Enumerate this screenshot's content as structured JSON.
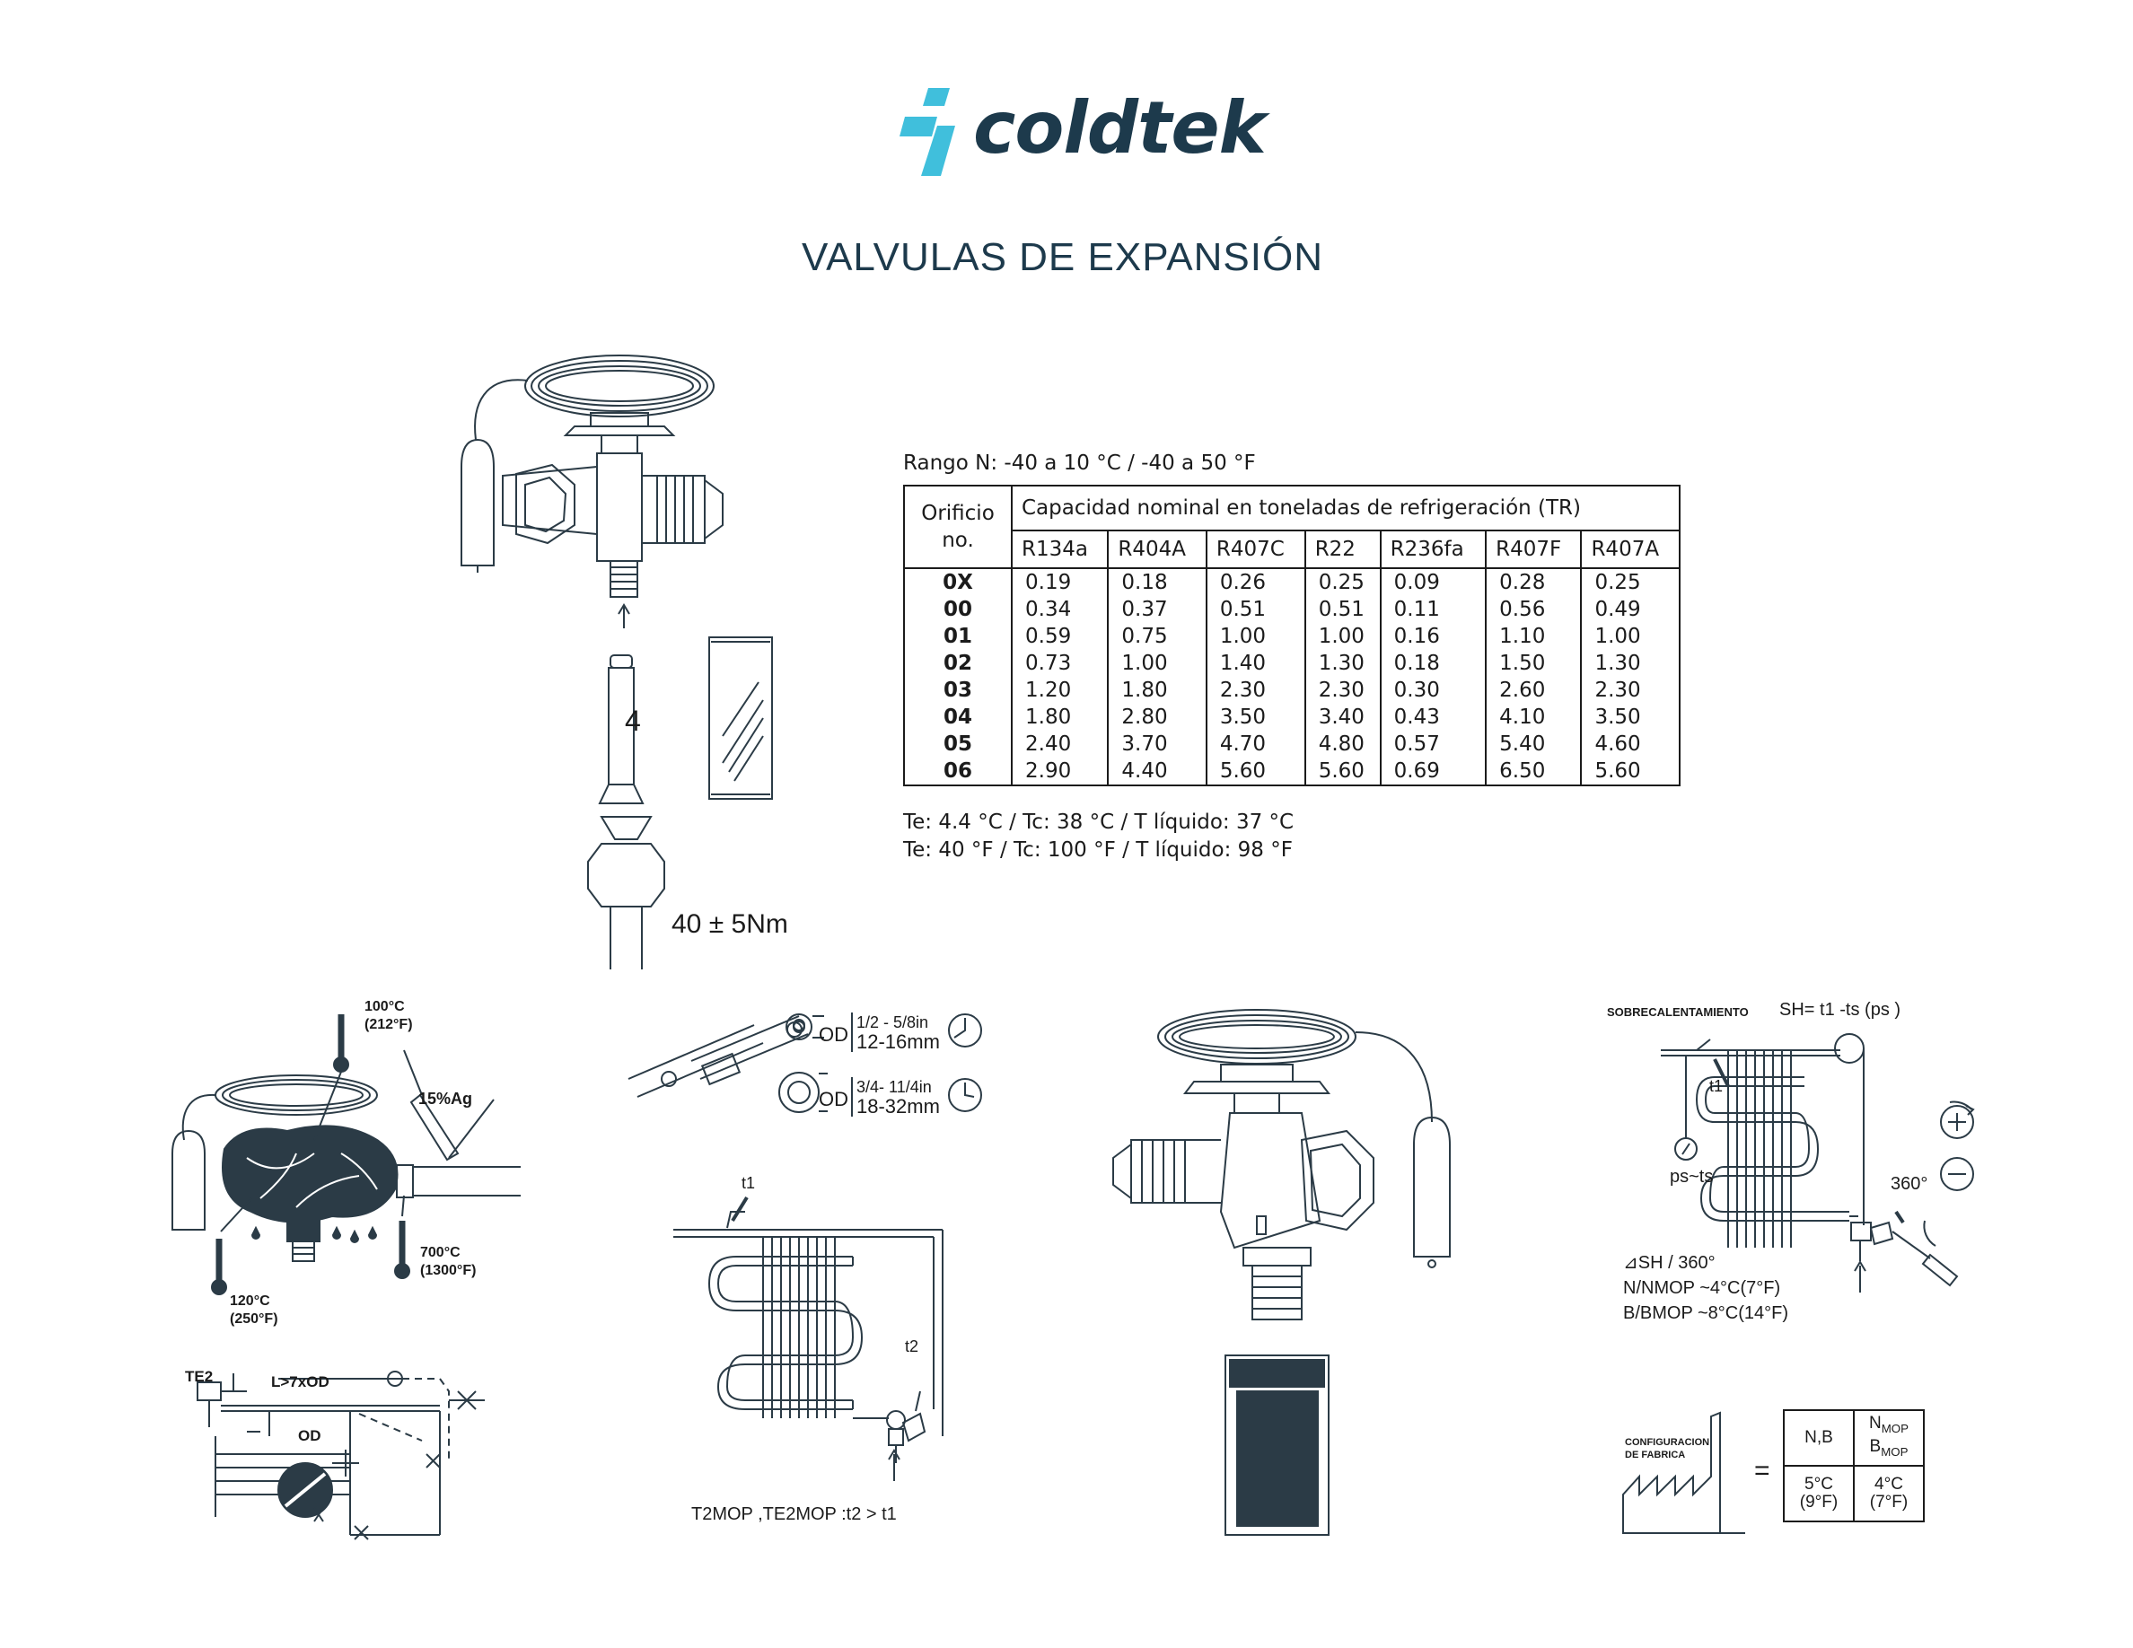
{
  "brand": {
    "name": "coldtek",
    "accent_color": "#40bfdc",
    "text_color": "#1d3a4c"
  },
  "title": "VALVULAS DE EXPANSIÓN",
  "range_label": "Rango N: -40 a 10 °C / -40 a 50 °F",
  "table": {
    "orifice_header_line1": "Orificio",
    "orifice_header_line2": "no.",
    "capacity_header": "Capacidad nominal en toneladas de refrigeración (TR)",
    "refrigerants": [
      "R134a",
      "R404A",
      "R407C",
      "R22",
      "R236fa",
      "R407F",
      "R407A"
    ],
    "rows": [
      {
        "orifice": "0X",
        "values": [
          "0.19",
          "0.18",
          "0.26",
          "0.25",
          "0.09",
          "0.28",
          "0.25"
        ]
      },
      {
        "orifice": "00",
        "values": [
          "0.34",
          "0.37",
          "0.51",
          "0.51",
          "0.11",
          "0.56",
          "0.49"
        ]
      },
      {
        "orifice": "01",
        "values": [
          "0.59",
          "0.75",
          "1.00",
          "1.00",
          "0.16",
          "1.10",
          "1.00"
        ]
      },
      {
        "orifice": "02",
        "values": [
          "0.73",
          "1.00",
          "1.40",
          "1.30",
          "0.18",
          "1.50",
          "1.30"
        ]
      },
      {
        "orifice": "03",
        "values": [
          "1.20",
          "1.80",
          "2.30",
          "2.30",
          "0.30",
          "2.60",
          "2.30"
        ]
      },
      {
        "orifice": "04",
        "values": [
          "1.80",
          "2.80",
          "3.50",
          "3.40",
          "0.43",
          "4.10",
          "3.50"
        ]
      },
      {
        "orifice": "05",
        "values": [
          "2.40",
          "3.70",
          "4.70",
          "4.80",
          "0.57",
          "5.40",
          "4.60"
        ]
      },
      {
        "orifice": "06",
        "values": [
          "2.90",
          "4.40",
          "5.60",
          "5.60",
          "0.69",
          "6.50",
          "5.60"
        ]
      }
    ]
  },
  "conditions": {
    "metric": "Te: 4.4 °C / Tc: 38 °C / T líquido: 37 °C",
    "imperial": "Te: 40 °F / Tc: 100 °F / T líquido: 98 °F"
  },
  "torque_label": "40 ± 5Nm",
  "orifice_insert_label": "4",
  "brazing": {
    "temp_top_c": "100°C",
    "temp_top_f": "(212°F)",
    "solder": "15%Ag",
    "temp_pipe_c": "700°C",
    "temp_pipe_f": "(1300°F)",
    "temp_body_c": "120°C",
    "temp_body_f": "(250°F)"
  },
  "install": {
    "te2": "TE2",
    "length_rule": "L>7xOD",
    "od": "OD"
  },
  "clamp": {
    "od": "OD",
    "small_inch": "1/2 - 5/8in",
    "small_mm": "12-16mm",
    "large_inch": "3/4- 11/4in",
    "large_mm": "18-32mm"
  },
  "bulb": {
    "t1": "t1",
    "t2": "t2",
    "mop_rule": "T2MOP ,TE2MOP :t2 > t1"
  },
  "superheat": {
    "heading": "SOBRECALENTAMIENTO",
    "formula": "SH= t1 -ts (ps )",
    "t1": "t1",
    "ps_ts": "ps~ts",
    "angle": "360°",
    "delta": "⊿SH / 360°",
    "nn_mop": "N/NMOP ~4°C(7°F)",
    "bb_mop": "B/BMOP ~8°C(14°F)"
  },
  "factory": {
    "label_line1": "CONFIGURACION",
    "label_line2": "DE FABRICA",
    "equals": "=",
    "col1_head": "N,B",
    "col2_head": "NMOP BMOP",
    "col1_c": "5°C",
    "col1_f": "(9°F)",
    "col2_c": "4°C",
    "col2_f": "(7°F)"
  }
}
